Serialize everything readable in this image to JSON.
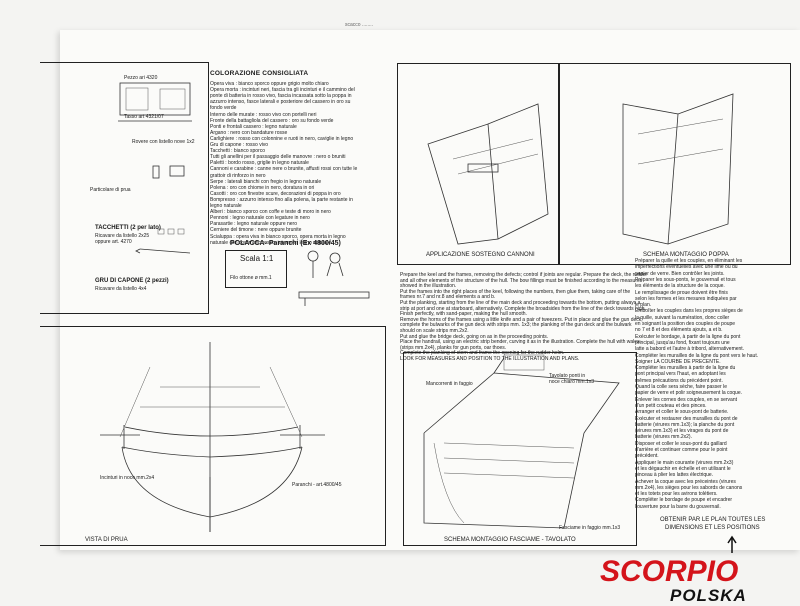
{
  "header": {
    "top_fragment": "scacco ........"
  },
  "left_top": {
    "fig1_caption1": "Pezzo ari 4320",
    "fig1_caption2": "Tasso  art  4321/07",
    "fig1_caption3": "Rovere con listello nove 1x2",
    "particolare": "Particolare di prua",
    "tacchetti_title": "TACCHETTI (2 per lato)",
    "tacchetti_sub1": "Ricavare da listello 2x25",
    "tacchetti_sub2": "oppure art. 4270",
    "gru_title": "GRU DI CAPONE (2 pezzi)",
    "gru_sub": "Ricavare da listello 4x4"
  },
  "colors": {
    "heading": "COLORAZIONE CONSIGLIATA",
    "lines": [
      "Opera viva : bianco sporco oppure grigio molto chiaro",
      "Opera morta : incinturi neri, fascia tra gli incinturi e il cammino del",
      "ponte di batteria in rosso vivo, fascia incassata sotto la poppa in",
      "azzurro intenso, fasce laterali e posteriore del cassero in oro su",
      "fondo verde",
      "Interno delle murate : rosso vivo con portelli neri",
      "Fronte della battagliola del cassero : oro su fondo verde",
      "Ponti e frontali cassero : legno naturale",
      "Argano : nero con bandature rosse",
      "Carlighiere : rosso con colonnine e ruoti in nero, caviglie in legno",
      "Gru di capone : rosso vivo",
      "Tacchetti : bianco sporco",
      "Tutti gli anellini per il passaggio delle manovre : nero o bruniti",
      "Paletti : bordo rosso, griglie in legno naturale",
      "Cannoni e carabine : canne nere o brunite, affusti rossi con tutte le",
      "grattoir di rinforzo in nero",
      "Serpe : laterali bianchi con fregio in legno naturale",
      "Polena : oro con chiome in nero, doratura in ori",
      "Casotti : oro con finestre scure, decorazioni di poppa in oro",
      "Bompresso : azzurro intenso fino alla polena, la parte restante in",
      "legno naturale",
      "Alberi : bianco sporco con coffe e teste di moro in nero",
      "Pennoni : legno naturale con legature in nero",
      "Parasartie : legno naturale oppure nero",
      "Cerniere del timone : nere oppure brunite",
      "Scialuppa : opera viva in bianco sporco, opera morta in legno",
      "naturale con corrimano rosso, interno in legno naturale"
    ]
  },
  "polacca": {
    "title": "POLACCA- Paranchi (Ex 4800/45)",
    "scala": "Scala 1:1",
    "filo": "Filo ottone ø mm.1"
  },
  "prua": {
    "incinturi": "Incinturi in noce mm.2x4",
    "paranchi": "Paranchi - art.4800/45",
    "vista": "VISTA DI PRUA"
  },
  "right_top": {
    "applicazione": "APPLICAZIONE SOSTEGNO CANNONI",
    "schema_poppa": "SCHEMA MONTAGGIO POPPA"
  },
  "instructions_en": [
    "Prepare the keel and the frames, removing the defects; control if joints are regular. Prepare the deck, the rudder",
    "and all other elements of the structure of the hull. The bow fillings must be finished according to the measures",
    "showed in the illustration.",
    "Put the frames into the right places of the keel, following the numbers, then glue them, taking care of the",
    "frames nr.7 and nr.8 and elements a and b.",
    "Put the planking, starting from the line of the main deck and proceeding towards the bottom, putting always a",
    "strip at port and one at starboard, alternatively. Complete the broadsides from the line of the deck towards high.",
    "Finish perfectly, with sand-paper, making the hull smooth.",
    "Remove the horns of the frames using a little knife and a pair of tweezers. Put in place and glue the gun deck,",
    "complete the bulwarks of the gun deck with strips mm. 1x3; the planking of the gun deck and the bulwark",
    "should on scale strips mm.2x2.",
    "Put and glue the bridge deck, going on as in the proceeding points.",
    "Place the handrail, using an electric strip bender, curving it as in the illustration. Complete the hull with wales",
    "(strips mm.2x4), planks for gun ports, oar thoes.",
    "Complete the planking of stern and frame the opening for the rudder helm.",
    "LOOK FOR MEASURES AND POSITION TO THE ILLUSTRATION AND PLANS."
  ],
  "instructions_fr": [
    "Préparer la quille et les couples, en éliminant les",
    "imperfections éventuelles avec une lime ou du",
    "papier de verre. Bien contrôler les joints.",
    "Préparer les sous-ponts, le gouvernail et tous",
    "les éléments de la structure de la coque.",
    "Le remplissage de proue doivent être finis",
    "selon les formes et les mesures indiquées par",
    "le plan.",
    "Emboîter les couples dans les propres sièges de",
    "la quille, suivant la numération, donc coller",
    "en soignant la position des couples de poupe",
    "no 7 et 8 et des éléments ajouts, a et b.",
    "Exécuter le bordage, à partir de la ligne du pont",
    "principal, jusqu'au fond, fixant toujours une",
    "latte a babord et l'autre à tribord, alternativement.",
    "Compléter les murailles de la ligne du pont vers le haut.",
    "Soigner LA COURBE DE PRECENTE.",
    "Compléter les murailles à partir de la ligne du",
    "pont principal vers l'haut, en adoptant les",
    "mêmes précautions du précédent point.",
    "Quand la colle sera sèche, faire passer le",
    "papier de verre et polir soigneusement la coque.",
    "Enlever les cornes des couples, en se servant",
    "d'un petit couteau et des pinces.",
    "Arranger et coller le sous-pont de batterie.",
    "Exécuter et restaurer des murailles du pont de",
    "batterie (virures mm.1x3); la planche du pont",
    "(virures mm.1x3) et les virages du pont de",
    "batterie (virures mm.2x2).",
    "Disposer et coller le sous-pont du gaillard",
    "d'arrière et continuer comme pour le point",
    "précédent.",
    "Appliquer le main courante (virures mm.2x3)",
    "et les dégauchir en échelle et en utilisant le",
    "pinceau à plier les lattes électrique.",
    "Achever la coque avec les préceintes (virures",
    "mm.2x4), les sièges pour les sabords de canons",
    "et les totets pour les avirons tolétiers.",
    "Compléter le bordage de poupe et encadrer",
    "l'ouverture pour la barre du gouvernail."
  ],
  "instructions_fr_footer": [
    "OBTENIR PAR LE PLAN TOUTES LES",
    "DIMENSIONS ET LES POSITIONS"
  ],
  "bottom_right": {
    "mancorrenti": "Mancorrenti in faggio",
    "tavolato": "Tavolato ponti in",
    "tavolato2": "noce chiaro mm.1x3",
    "fasciame": "Fasciame in faggio mm.1x3",
    "schema": "SCHEMA MONTAGGIO FASCIAME - TAVOLATO"
  },
  "logo": {
    "scorpio": "SCORPIO",
    "polska": "POLSKA",
    "accent": "#d4141b"
  }
}
